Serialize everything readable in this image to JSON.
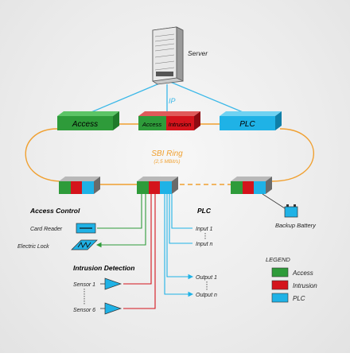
{
  "server": {
    "label": "Server"
  },
  "network": {
    "label": "IP"
  },
  "top_modules": {
    "access": "Access",
    "mixed_access": "Access",
    "mixed_intrusion": "Intrusion",
    "plc": "PLC"
  },
  "ring": {
    "title": "SBI Ring",
    "speed": "(2,5 MBit/s)"
  },
  "backup": {
    "label": "Backup Battery"
  },
  "access_control": {
    "heading": "Access Control",
    "card_reader": "Card Reader",
    "electric_lock": "Electric Lock"
  },
  "plc_section": {
    "heading": "PLC",
    "input_1": "Input 1",
    "input_n": "Input n",
    "output_1": "Output 1",
    "output_n": "Output n"
  },
  "intrusion": {
    "heading": "Intrusion Detection",
    "sensor_1": "Sensor 1",
    "sensor_6": "Sensor 6"
  },
  "legend": {
    "title": "LEGEND",
    "items": [
      {
        "label": "Access",
        "color": "#2e9b3a"
      },
      {
        "label": "Intrusion",
        "color": "#d4141c"
      },
      {
        "label": "PLC",
        "color": "#1fb2e6"
      }
    ]
  },
  "colors": {
    "access": "#2e9b3a",
    "intrusion": "#d4141c",
    "plc": "#1fb2e6",
    "ring": "#f0a030",
    "link": "#3bb8e8"
  }
}
